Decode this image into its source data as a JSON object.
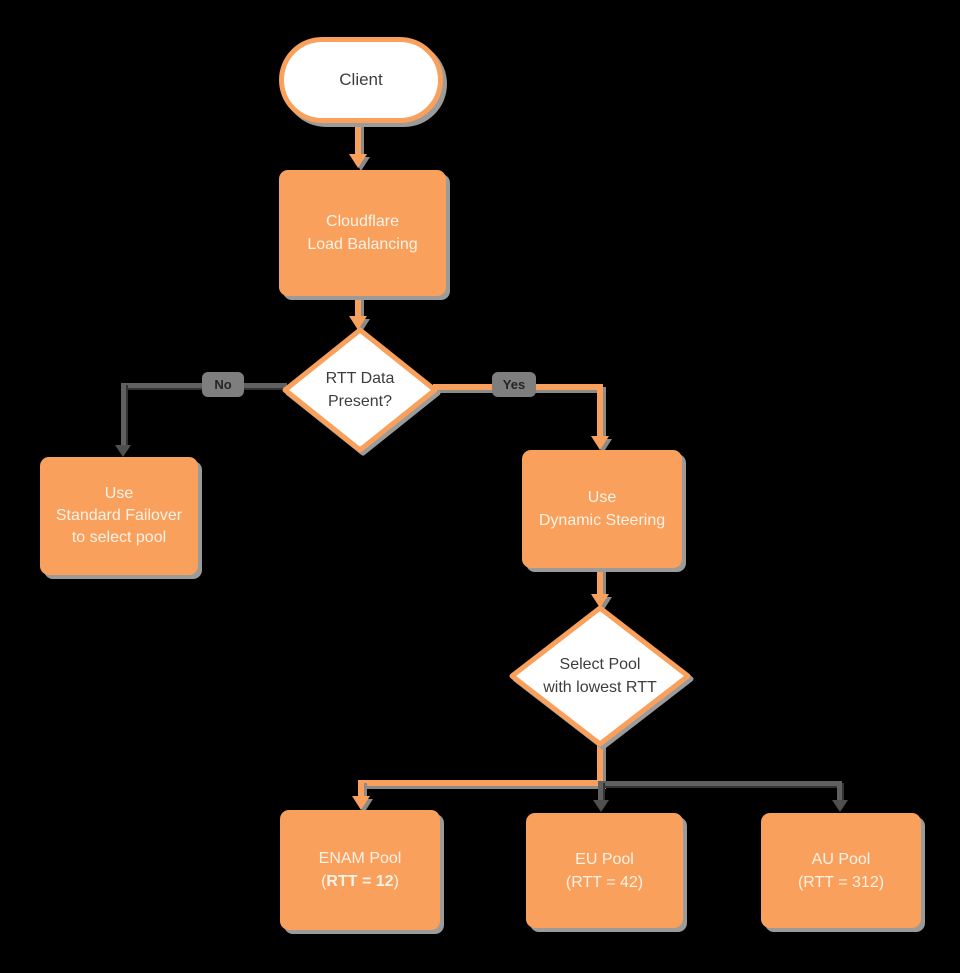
{
  "diagram": {
    "title": "Cloudflare Load Balancing dynamic steering flowchart",
    "background_color": "#000000",
    "colors": {
      "node_orange": "#F8A05C",
      "node_text_cream": "#FDF2E7",
      "white_shape_fill": "#FFFFFF",
      "white_shape_text": "#3D3D3D",
      "gray_connector": "#606060",
      "edge_label_badge": "#7E7E7E",
      "drop_shadow": "#9B9B9B"
    }
  },
  "nodes": {
    "client": {
      "label": "Client",
      "shape": "terminator"
    },
    "cloudflare": {
      "lines": [
        "Cloudflare",
        "Load Balancing"
      ],
      "shape": "process"
    },
    "rtt_present": {
      "lines": [
        "RTT Data",
        "Present?"
      ],
      "shape": "decision"
    },
    "standard_failover": {
      "lines": [
        "Use",
        "Standard Failover",
        "to select pool"
      ],
      "shape": "process"
    },
    "dynamic_steering": {
      "lines": [
        "Use",
        "Dynamic Steering"
      ],
      "shape": "process"
    },
    "select_pool": {
      "lines": [
        "Select Pool",
        "with lowest RTT"
      ],
      "shape": "decision"
    },
    "enam_pool": {
      "name": "ENAM Pool",
      "rtt_open": "(",
      "rtt_bold": "RTT = 12",
      "rtt_close": ")",
      "shape": "process"
    },
    "eu_pool": {
      "name": "EU Pool",
      "rtt": "(RTT = 42)",
      "shape": "process"
    },
    "au_pool": {
      "name": "AU Pool",
      "rtt": "(RTT = 312)",
      "shape": "process"
    }
  },
  "edges": {
    "no_label": "No",
    "yes_label": "Yes",
    "list": [
      {
        "from": "client",
        "to": "cloudflare",
        "color": "orange"
      },
      {
        "from": "cloudflare",
        "to": "rtt_present",
        "color": "orange"
      },
      {
        "from": "rtt_present",
        "to": "standard_failover",
        "label": "No",
        "color": "gray"
      },
      {
        "from": "rtt_present",
        "to": "dynamic_steering",
        "label": "Yes",
        "color": "orange"
      },
      {
        "from": "dynamic_steering",
        "to": "select_pool",
        "color": "orange"
      },
      {
        "from": "select_pool",
        "to": "enam_pool",
        "color": "orange"
      },
      {
        "from": "select_pool",
        "to": "eu_pool",
        "color": "gray"
      },
      {
        "from": "select_pool",
        "to": "au_pool",
        "color": "gray"
      }
    ]
  }
}
